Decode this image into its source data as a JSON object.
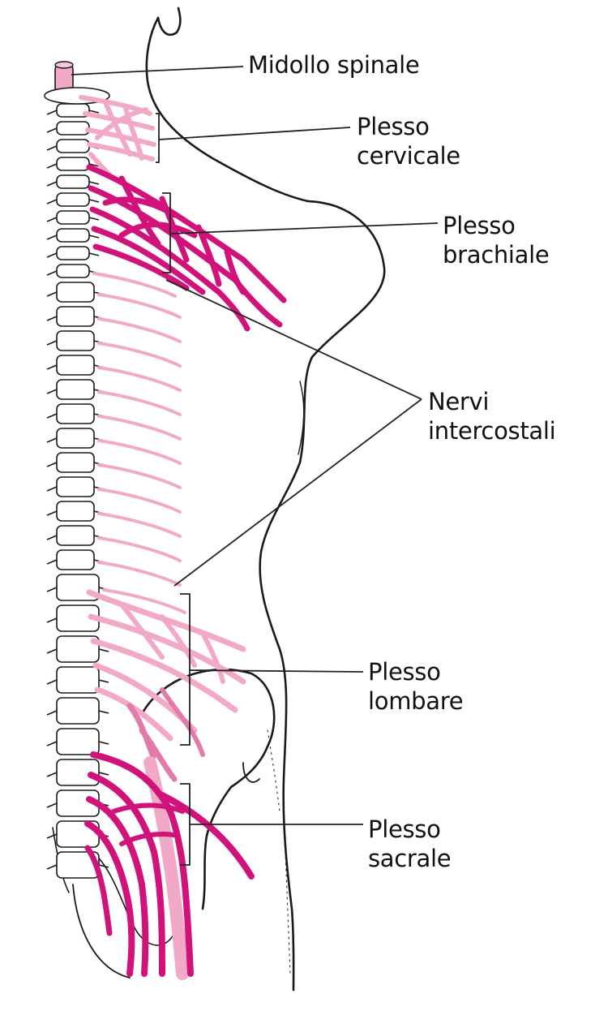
{
  "labels": {
    "spinal_cord": "Midollo spinale",
    "cervical_1": "Plesso",
    "cervical_2": "cervicale",
    "brachial_1": "Plesso",
    "brachial_2": "brachiale",
    "intercostal_1": "Nervi",
    "intercostal_2": "intercostali",
    "lumbar_1": "Plesso",
    "lumbar_2": "lombare",
    "sacral_1": "Plesso",
    "sacral_2": "sacrale"
  },
  "colors": {
    "nerve_dark": "#d1127a",
    "nerve_light": "#f2a9c8",
    "nerve_medium": "#e27aab",
    "outline": "#1a1a1a",
    "leader": "#222222",
    "background": "#ffffff"
  }
}
